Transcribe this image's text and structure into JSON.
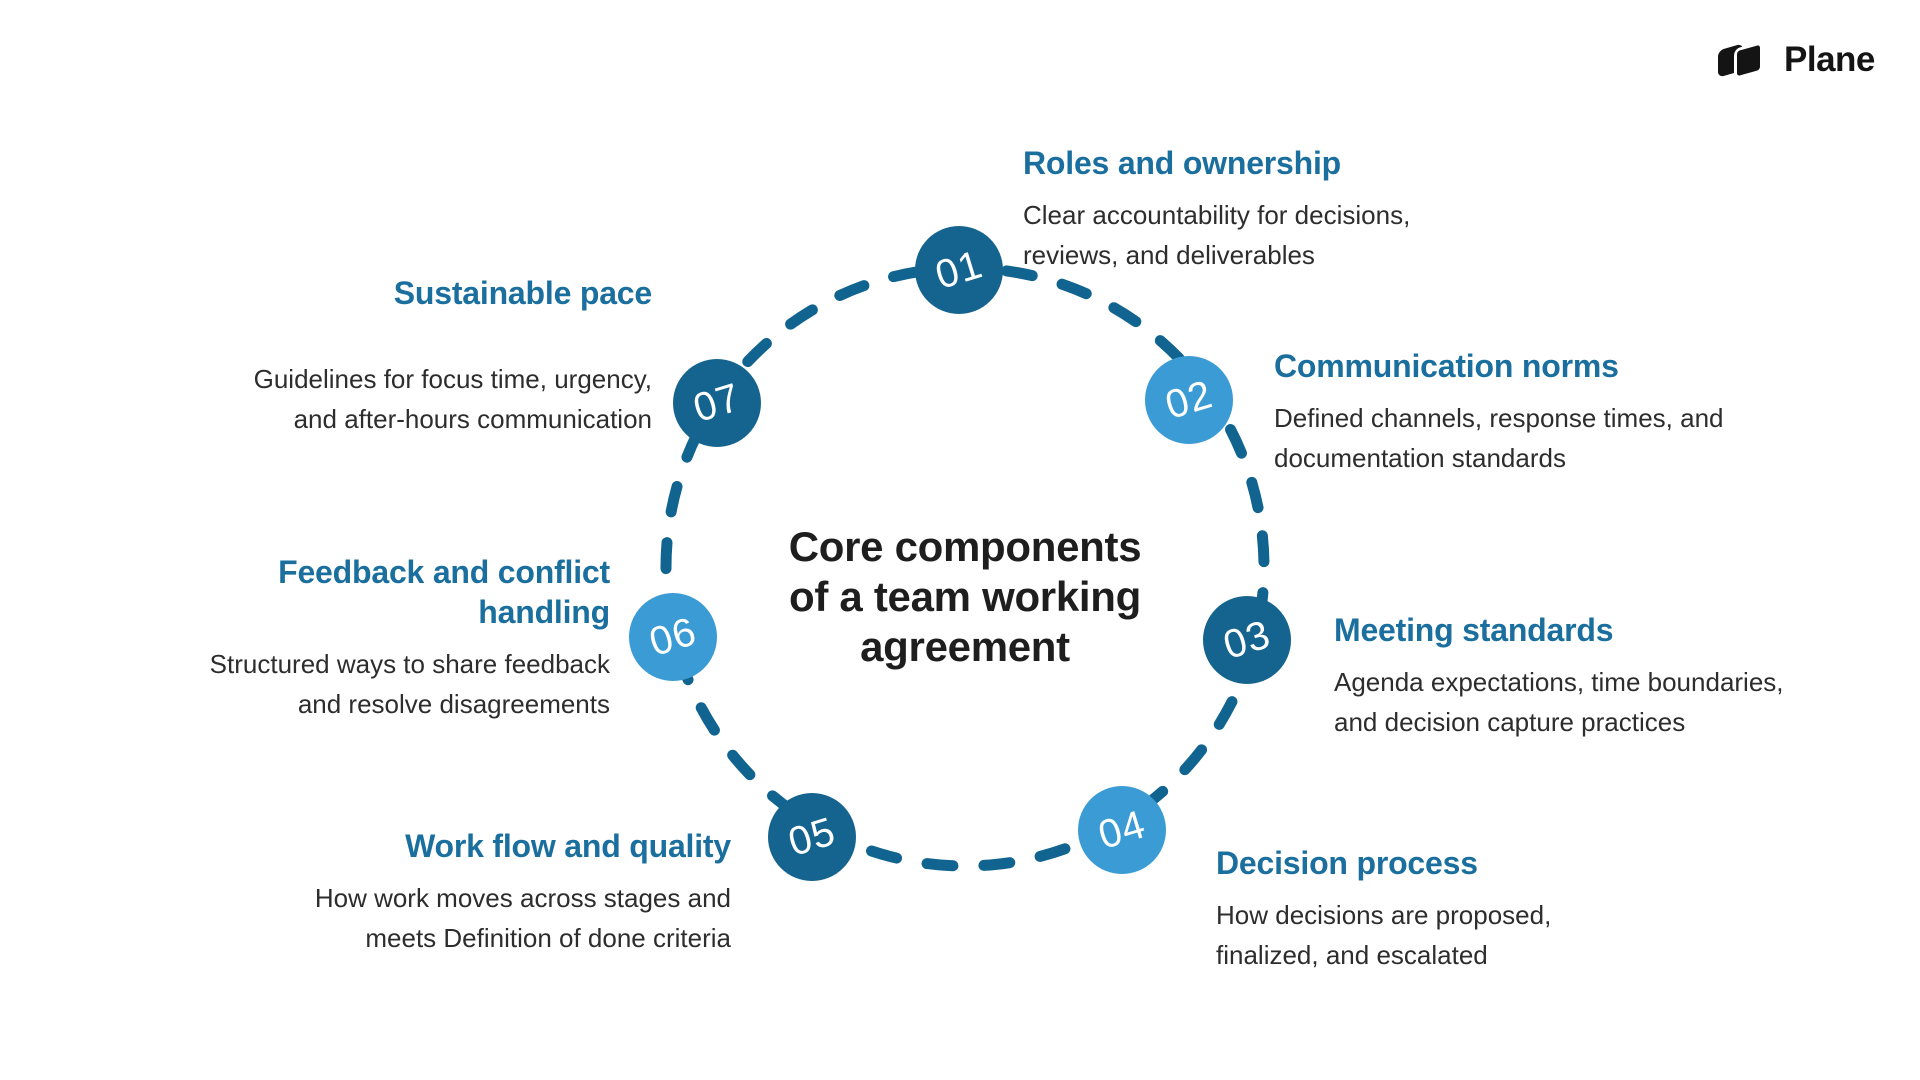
{
  "logo": {
    "brand": "Plane"
  },
  "title": {
    "full": "Core components of a team working agreement",
    "lines": [
      "Core components",
      "of a team working",
      "agreement"
    ]
  },
  "colors": {
    "dark_node": "#15648F",
    "light_node": "#3B9BD5",
    "heading": "#1A6F9E",
    "ring_dash": "#11648F",
    "body_text": "#2D2D2D",
    "title_text": "#1E1E1E",
    "number_text": "#FFFFFF",
    "background": "#FFFFFF"
  },
  "items": [
    {
      "number": "01",
      "tone": "dark",
      "heading_lines": [
        "Roles and ownership"
      ],
      "desc_lines": [
        "Clear accountability for decisions,",
        "reviews, and deliverables"
      ]
    },
    {
      "number": "02",
      "tone": "light",
      "heading_lines": [
        "Communication norms"
      ],
      "desc_lines": [
        "Defined channels, response times, and",
        "documentation standards"
      ]
    },
    {
      "number": "03",
      "tone": "dark",
      "heading_lines": [
        "Meeting standards"
      ],
      "desc_lines": [
        "Agenda expectations, time boundaries,",
        "and decision capture practices"
      ]
    },
    {
      "number": "04",
      "tone": "light",
      "heading_lines": [
        "Decision process"
      ],
      "desc_lines": [
        "How decisions are proposed,",
        "finalized, and escalated"
      ]
    },
    {
      "number": "05",
      "tone": "dark",
      "heading_lines": [
        "Work flow and quality"
      ],
      "desc_lines": [
        "How work moves across stages and",
        "meets Definition of done criteria"
      ]
    },
    {
      "number": "06",
      "tone": "light",
      "heading_lines": [
        "Feedback and conflict",
        "handling"
      ],
      "desc_lines": [
        "Structured ways to share feedback",
        "and resolve disagreements"
      ]
    },
    {
      "number": "07",
      "tone": "dark",
      "heading_lines": [
        "Sustainable pace"
      ],
      "desc_lines": [
        "Guidelines for focus time, urgency,",
        "and after-hours communication"
      ]
    }
  ]
}
